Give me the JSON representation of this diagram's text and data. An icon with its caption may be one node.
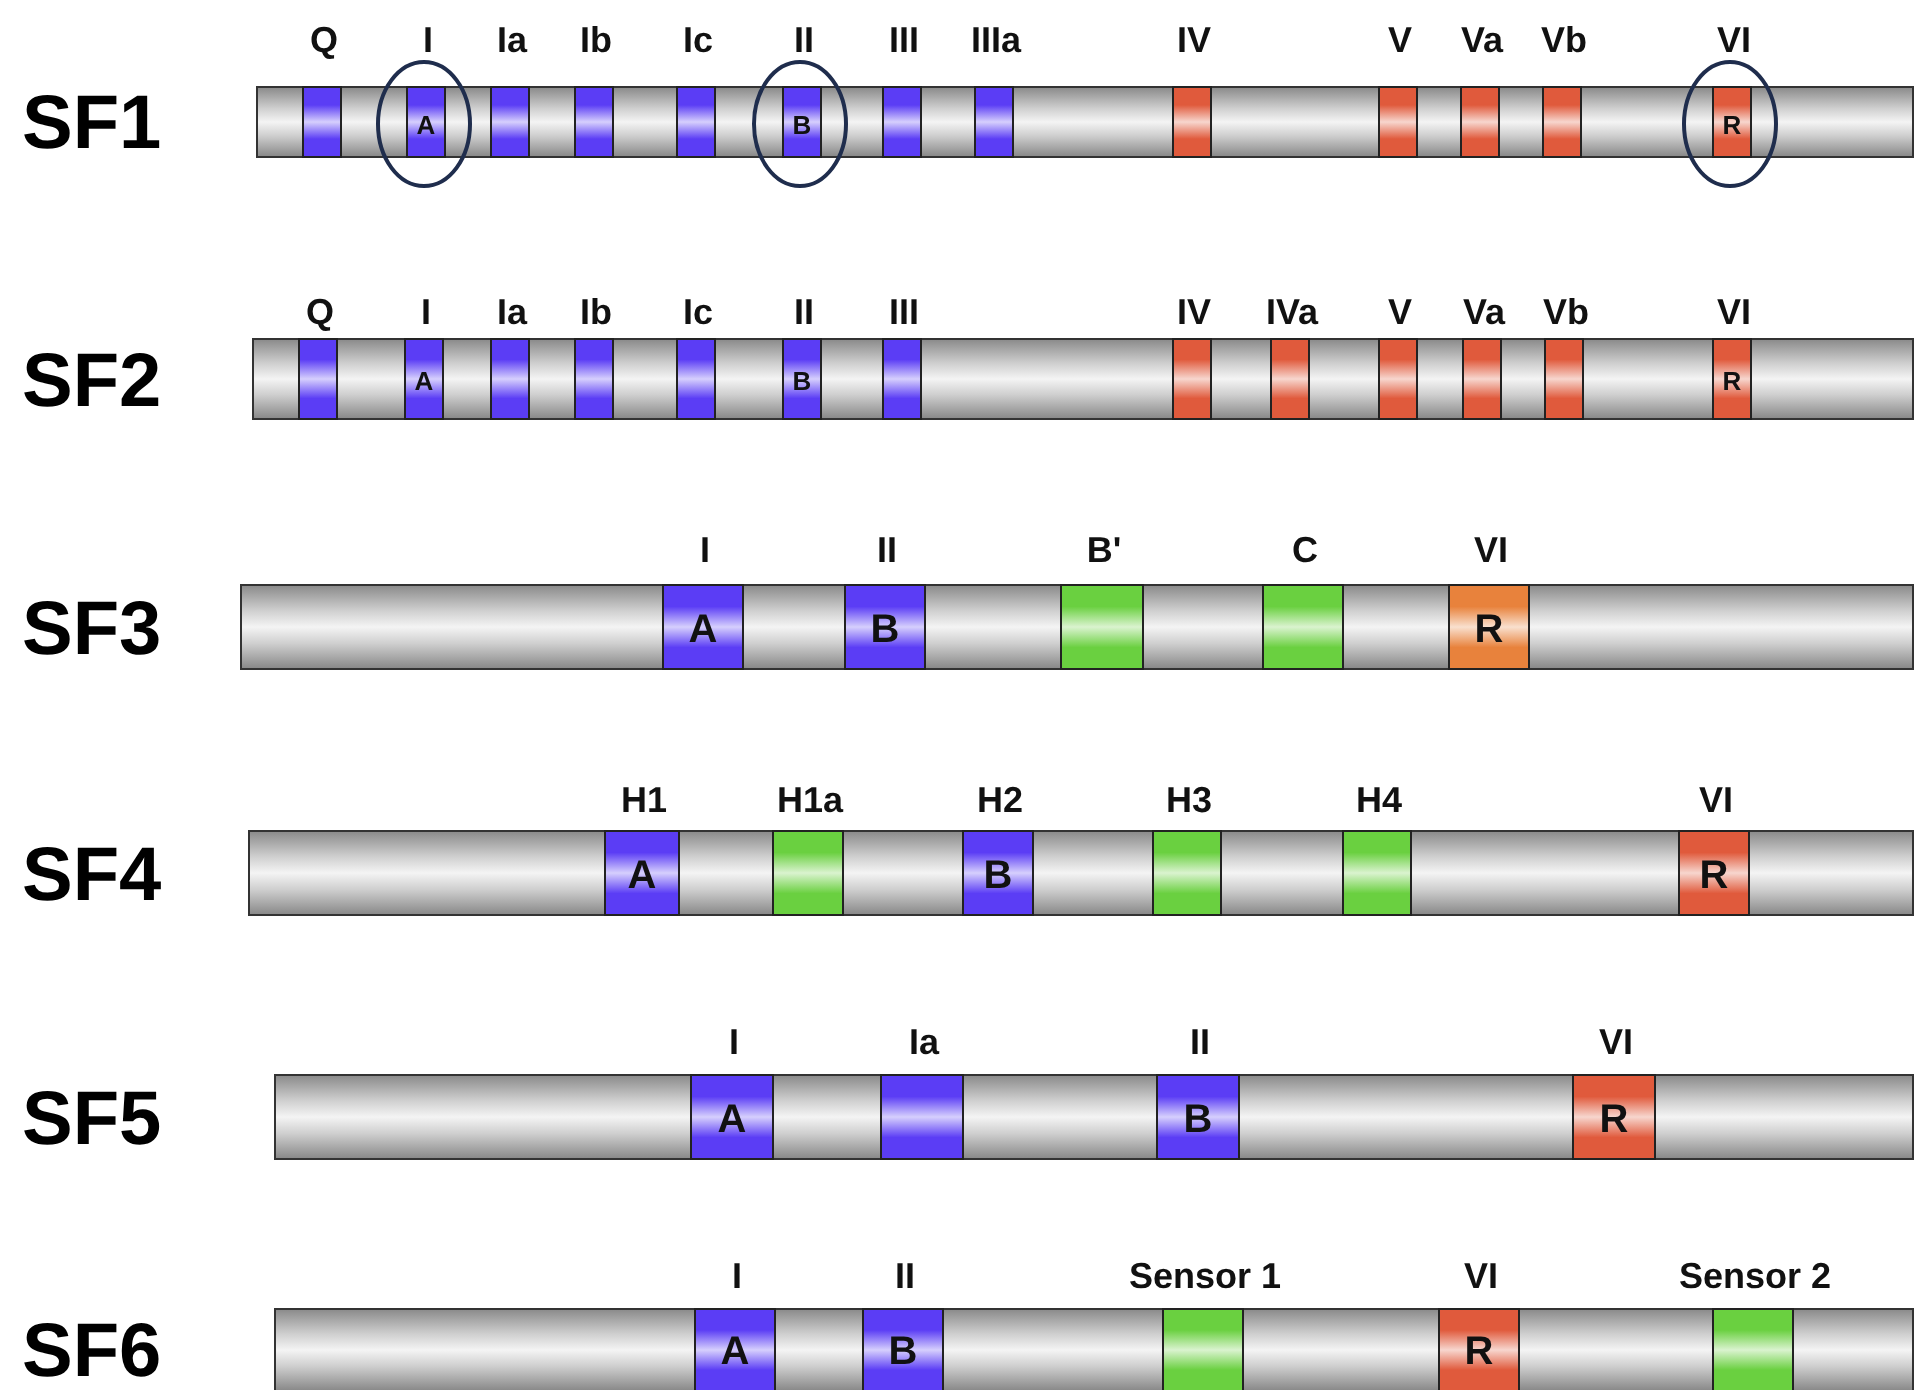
{
  "diagram": {
    "nodes": [
      {
        "text": [],
        "shape": "bar",
        "beside": [
          "SF1"
        ]
      },
      {
        "text": [],
        "shape": "box",
        "beside": [
          "Q"
        ],
        "in": 0
      },
      {
        "text": [
          "A"
        ],
        "beside": [
          "I"
        ],
        "in": 0
      },
      {
        "text": [],
        "shape": "box",
        "beside": [
          "Ia"
        ],
        "in": 0
      },
      {
        "text": [],
        "shape": "box",
        "beside": [
          "Ib"
        ],
        "in": 0
      },
      {
        "text": [],
        "shape": "box",
        "beside": [
          "Ic"
        ],
        "in": 0
      },
      {
        "text": [
          "B"
        ],
        "beside": [
          "II"
        ],
        "in": 0
      },
      {
        "text": [],
        "shape": "box",
        "beside": [
          "III"
        ],
        "in": 0
      },
      {
        "text": [],
        "shape": "box",
        "beside": [
          "IIIa"
        ],
        "in": 0
      },
      {
        "text": [],
        "shape": "box",
        "beside": [
          "IV"
        ],
        "in": 0
      },
      {
        "text": [],
        "shape": "box",
        "beside": [
          "V"
        ],
        "in": 0
      },
      {
        "text": [],
        "shape": "box",
        "beside": [
          "Va"
        ],
        "in": 0
      },
      {
        "text": [],
        "shape": "box",
        "beside": [
          "Vb"
        ],
        "in": 0
      },
      {
        "text": [
          "R"
        ],
        "beside": [
          "VI"
        ],
        "in": 0
      },
      {
        "text": [],
        "shape": "bar",
        "beside": [
          "SF2"
        ]
      },
      {
        "text": [],
        "shape": "box",
        "beside": [
          "Q"
        ],
        "in": 14
      },
      {
        "text": [
          "A"
        ],
        "beside": [
          "I"
        ],
        "in": 14
      },
      {
        "text": [],
        "shape": "box",
        "beside": [
          "Ia"
        ],
        "in": 14
      },
      {
        "text": [],
        "shape": "box",
        "beside": [
          "Ib"
        ],
        "in": 14
      },
      {
        "text": [],
        "shape": "box",
        "beside": [
          "Ic"
        ],
        "in": 14
      },
      {
        "text": [
          "B"
        ],
        "beside": [
          "II"
        ],
        "in": 14
      },
      {
        "text": [],
        "shape": "box",
        "beside": [
          "III"
        ],
        "in": 14
      },
      {
        "text": [],
        "shape": "box",
        "beside": [
          "IV"
        ],
        "in": 14
      },
      {
        "text": [],
        "shape": "box",
        "beside": [
          "IVa"
        ],
        "in": 14
      },
      {
        "text": [],
        "shape": "box",
        "beside": [
          "V"
        ],
        "in": 14
      },
      {
        "text": [],
        "shape": "box",
        "beside": [
          "Va"
        ],
        "in": 14
      },
      {
        "text": [],
        "shape": "box",
        "beside": [
          "Vb"
        ],
        "in": 14
      },
      {
        "text": [
          "R"
        ],
        "beside": [
          "VI"
        ],
        "in": 14
      },
      {
        "text": [],
        "shape": "bar",
        "beside": [
          "SF3"
        ]
      },
      {
        "text": [
          "A"
        ],
        "beside": [
          "I"
        ],
        "in": 28
      },
      {
        "text": [
          "B"
        ],
        "beside": [
          "II"
        ],
        "in": 28
      },
      {
        "text": [],
        "shape": "box",
        "beside": [
          "B'"
        ],
        "in": 28
      },
      {
        "text": [],
        "shape": "box",
        "beside": [
          "C"
        ],
        "in": 28
      },
      {
        "text": [
          "R"
        ],
        "beside": [
          "VI"
        ],
        "in": 28
      },
      {
        "text": [],
        "shape": "bar",
        "beside": [
          "SF4"
        ]
      },
      {
        "text": [
          "A"
        ],
        "beside": [
          "H1"
        ],
        "in": 34
      },
      {
        "text": [],
        "shape": "box",
        "beside": [
          "H1a"
        ],
        "in": 34
      },
      {
        "text": [
          "B"
        ],
        "beside": [
          "H2"
        ],
        "in": 34
      },
      {
        "text": [],
        "shape": "box",
        "beside": [
          "H3"
        ],
        "in": 34
      },
      {
        "text": [],
        "shape": "box",
        "beside": [
          "H4"
        ],
        "in": 34
      },
      {
        "text": [
          "R"
        ],
        "beside": [
          "VI"
        ],
        "in": 34
      },
      {
        "text": [],
        "shape": "bar",
        "beside": [
          "SF5"
        ]
      },
      {
        "text": [
          "A"
        ],
        "beside": [
          "I"
        ],
        "in": 41
      },
      {
        "text": [],
        "shape": "box",
        "beside": [
          "Ia"
        ],
        "in": 41
      },
      {
        "text": [
          "B"
        ],
        "beside": [
          "II"
        ],
        "in": 41
      },
      {
        "text": [
          "R"
        ],
        "beside": [
          "VI"
        ],
        "in": 41
      },
      {
        "text": [],
        "shape": "bar",
        "beside": [
          "SF6"
        ]
      },
      {
        "text": [
          "A"
        ],
        "beside": [
          "I"
        ],
        "in": 46
      },
      {
        "text": [
          "B"
        ],
        "beside": [
          "II"
        ],
        "in": 46
      },
      {
        "text": [],
        "shape": "box",
        "beside": [
          "Sensor 1"
        ],
        "in": 46
      },
      {
        "text": [
          "R"
        ],
        "beside": [
          "VI"
        ],
        "in": 46
      },
      {
        "text": [],
        "shape": "box",
        "beside": [
          "Sensor 2"
        ],
        "in": 46
      }
    ]
  }
}
